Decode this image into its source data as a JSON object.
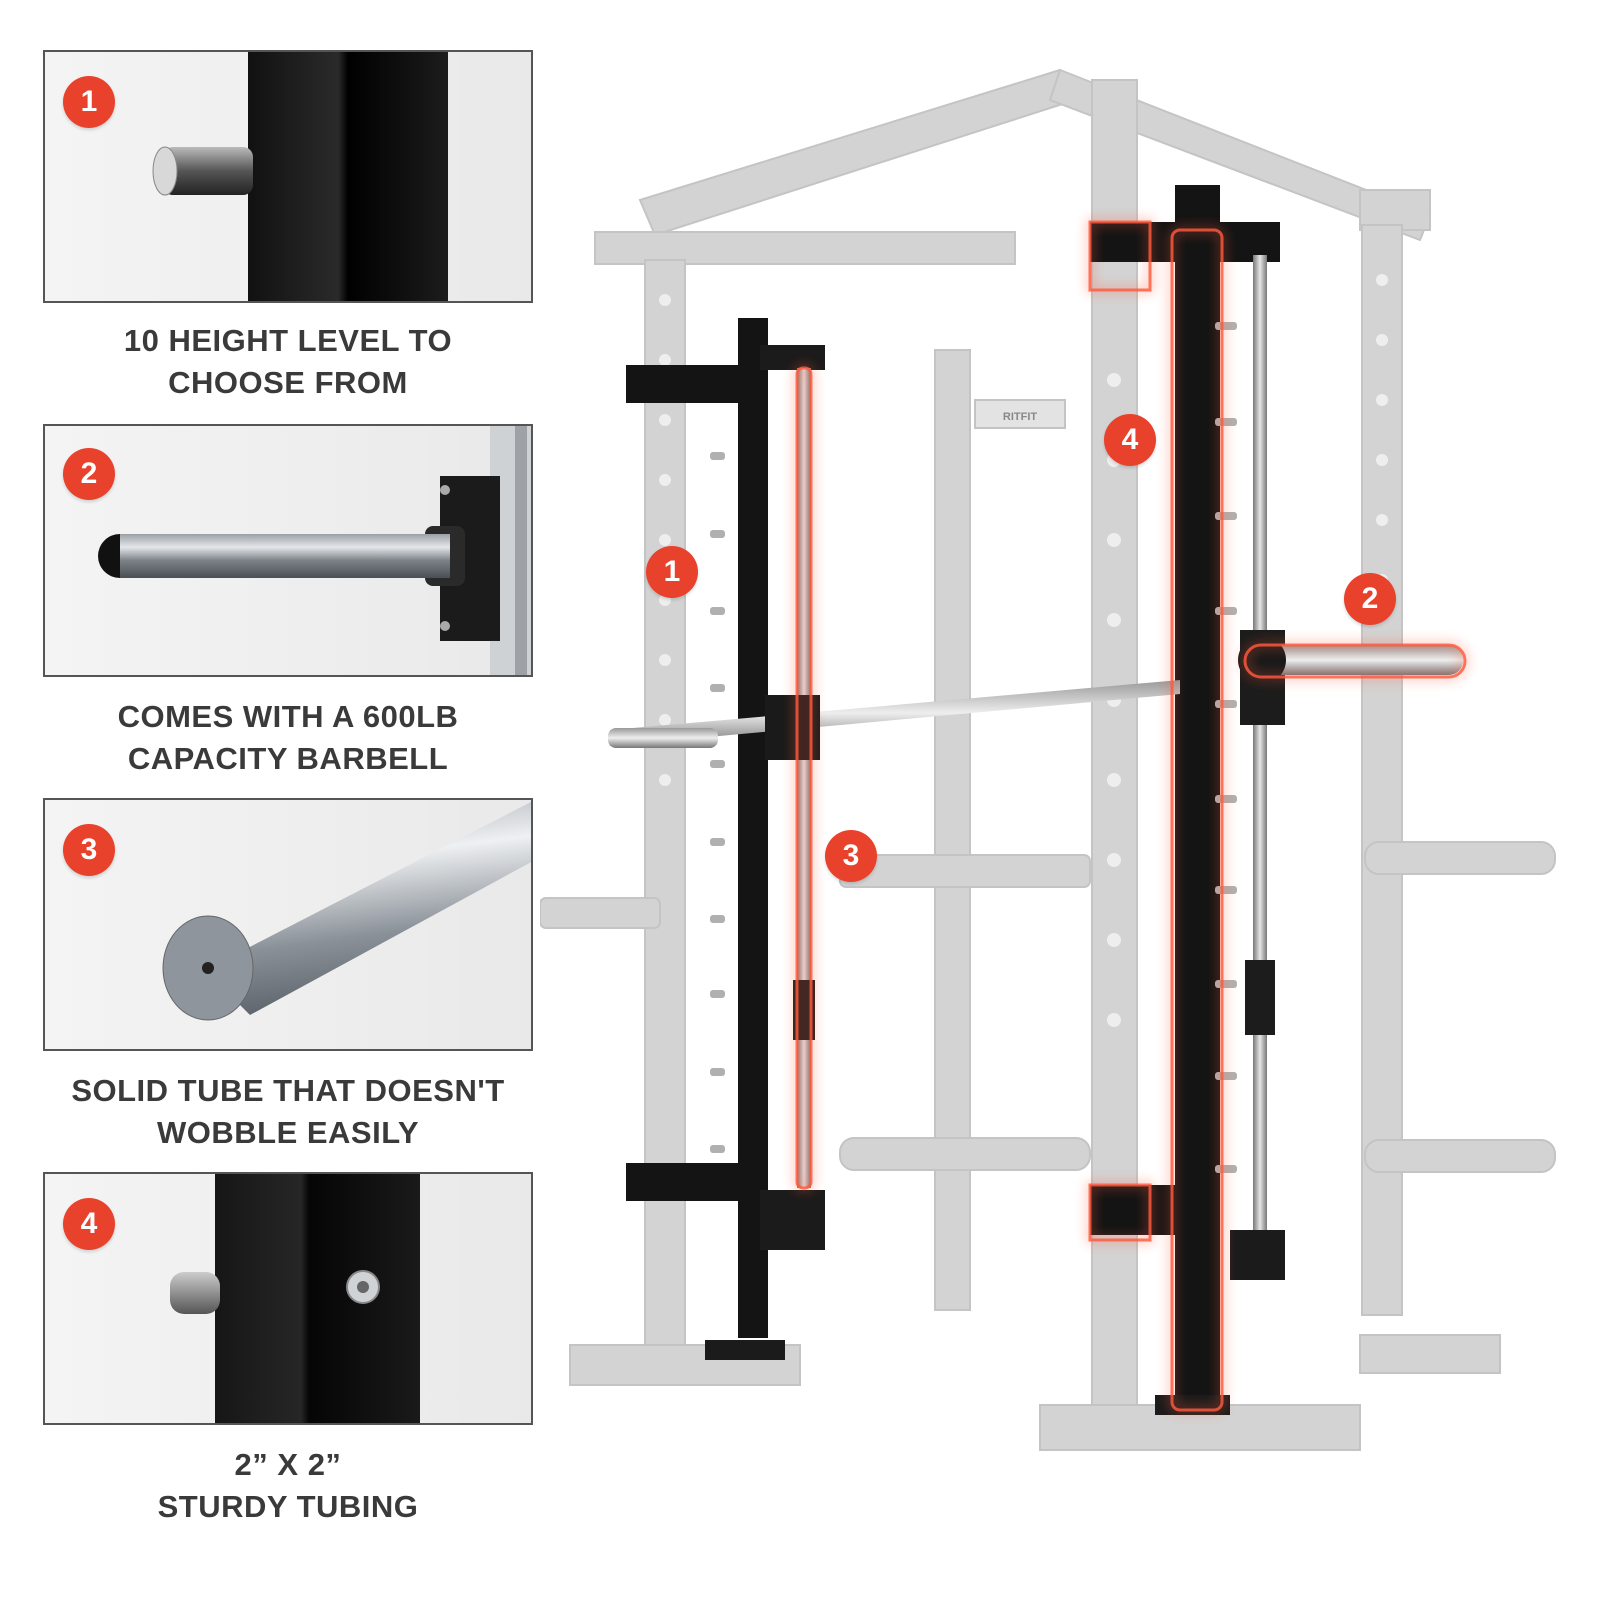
{
  "features": [
    {
      "number": "1",
      "caption_line1": "10 HEIGHT LEVEL TO",
      "caption_line2": "CHOOSE FROM"
    },
    {
      "number": "2",
      "caption_line1": "COMES WITH A 600LB",
      "caption_line2": "CAPACITY BARBELL"
    },
    {
      "number": "3",
      "caption_line1": "SOLID TUBE THAT DOESN'T",
      "caption_line2": "WOBBLE EASILY"
    },
    {
      "number": "4",
      "caption_line1": "2” X 2”",
      "caption_line2": "STURDY TUBING"
    }
  ],
  "callouts": [
    "1",
    "2",
    "3",
    "4"
  ],
  "rack_brand": "RITFIT",
  "colors": {
    "accent": "#e8412c",
    "frame": "#c9c9c9",
    "steel": "#1a1a1a",
    "caption": "#3a3a3a"
  }
}
